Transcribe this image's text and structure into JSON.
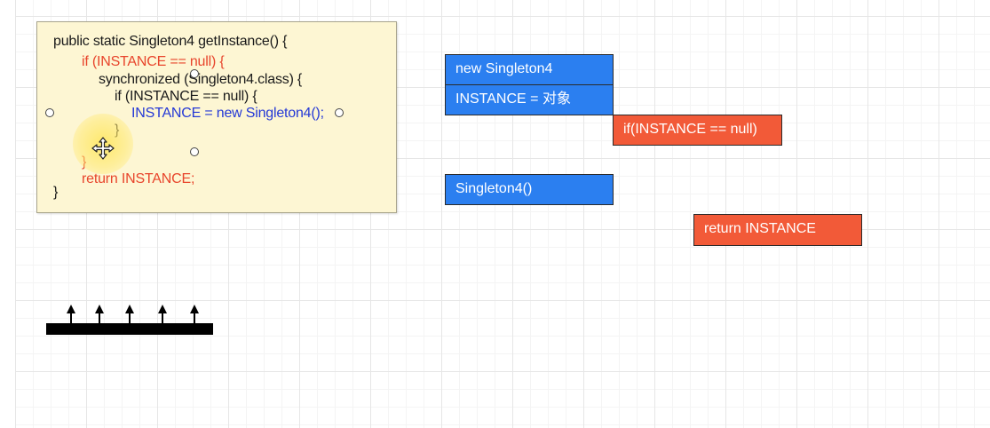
{
  "code_note": {
    "lines": [
      "public static Singleton4 getInstance() {",
      "if (INSTANCE == null) {",
      "synchronized (Singleton4.class) {",
      "if (INSTANCE == null) {",
      "INSTANCE = new Singleton4();",
      "}",
      "}",
      "return INSTANCE;",
      "}"
    ],
    "colors": {
      "default": "#1a1a1a",
      "highlight_red": "#e8452c",
      "highlight_blue": "#2438d6",
      "background": "#fdf6d3"
    }
  },
  "flow_boxes": {
    "new_singleton": "new Singleton4",
    "assign_instance": "INSTANCE = 对象",
    "if_null_check": "if(INSTANCE == null)",
    "constructor_call": "Singleton4()",
    "return_instance": "return INSTANCE"
  },
  "colors": {
    "box_blue": "#2b7ff0",
    "box_red": "#f25a38"
  },
  "icons": {
    "cursor": "move-cursor-icon",
    "threads": "arrow-up-icon"
  }
}
